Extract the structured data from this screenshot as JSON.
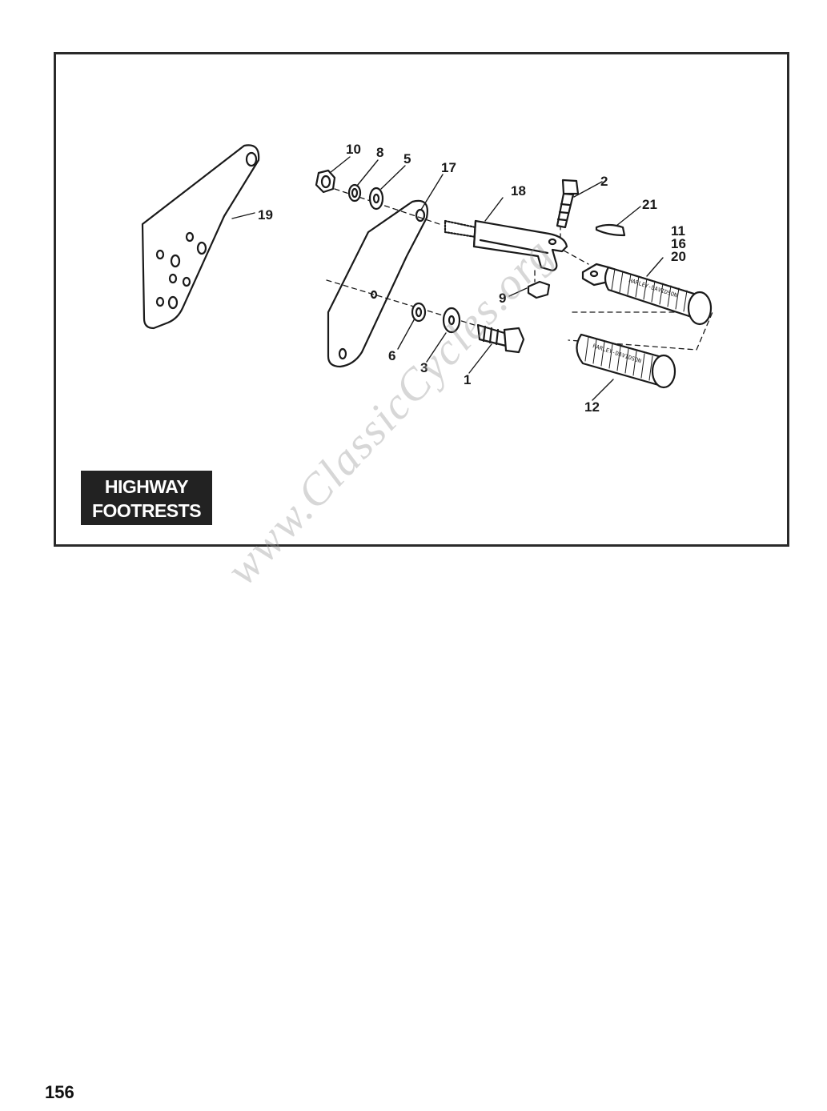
{
  "title": {
    "line1": "HIGHWAY",
    "line2": "FOOTRESTS"
  },
  "callouts": {
    "c1": "1",
    "c2": "2",
    "c3": "3",
    "c5": "5",
    "c6": "6",
    "c8": "8",
    "c9": "9",
    "c10": "10",
    "c11": "11",
    "c12": "12",
    "c16": "16",
    "c17": "17",
    "c18": "18",
    "c19": "19",
    "c20": "20",
    "c21": "21"
  },
  "grip_text": "HARLEY-DAVIDSON",
  "watermark": "www.ClassicCycles.org",
  "page_number": "156"
}
